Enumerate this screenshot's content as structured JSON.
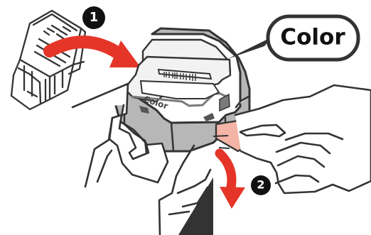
{
  "callout": {
    "text": "Color"
  },
  "cartridge": {
    "label": "Color"
  },
  "steps": [
    {
      "number": "1",
      "icon": "step-1-badge"
    },
    {
      "number": "2",
      "icon": "step-2-badge"
    }
  ],
  "colors": {
    "arrow_red": "#e53528",
    "tape_pink": "#f4b4a6",
    "outline": "#333333",
    "cartridge_gray": "#b7b7b7",
    "cartridge_light": "#f2f2f2",
    "cartridge_dark": "#7a7a7a",
    "callout_fill": "#ffffff",
    "pointer_dark": "#333333",
    "hand_fill": "#ffffff"
  },
  "icons": [
    "open-cap-icon",
    "ink-cartridge-icon",
    "protective-tape-icon",
    "arrow-curved-icon",
    "hand-icon",
    "speech-bubble-icon"
  ]
}
